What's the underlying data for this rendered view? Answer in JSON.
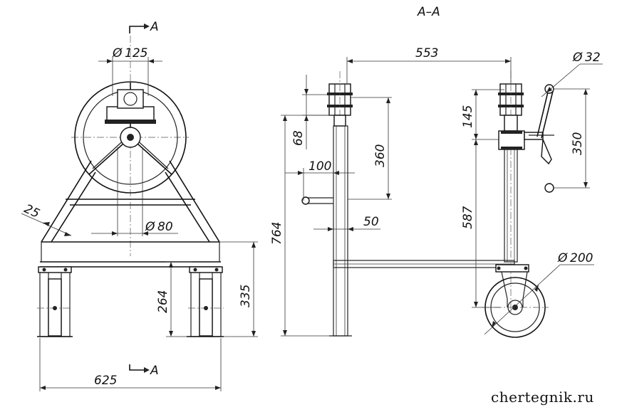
{
  "section": {
    "arrow_top": "A",
    "arrow_bottom": "A",
    "title": "A–A"
  },
  "front_view": {
    "dims": {
      "d_wheel": "125",
      "d_hub": "80",
      "angle_leg": "25",
      "width": "625",
      "h_frame": "264",
      "h_total": "335"
    }
  },
  "side_view": {
    "dims": {
      "length": "553",
      "d_handle": "32",
      "h_top": "68",
      "h_pin": "360",
      "offset_pin": "100",
      "post_width": "50",
      "height_total": "764",
      "h_crank": "145",
      "h_column": "587",
      "crank_arm": "350",
      "d_castor": "200"
    }
  },
  "watermark": "chertegnik.ru"
}
